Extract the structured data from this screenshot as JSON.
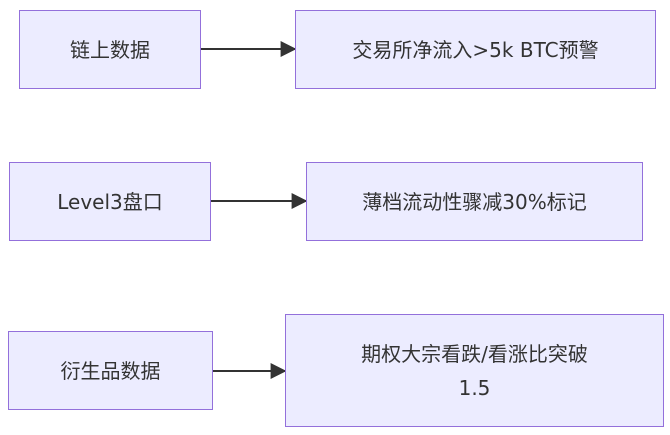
{
  "colors": {
    "node_fill": "#ececff",
    "node_border": "#9370db",
    "edge": "#333333",
    "text": "#333333"
  },
  "rows": [
    {
      "source": "链上数据",
      "target_lines": [
        "交易所净流入>5k BTC预警"
      ]
    },
    {
      "source": "Level3盘口",
      "target_lines": [
        "薄档流动性骤减30%标记"
      ]
    },
    {
      "source": "衍生品数据",
      "target_lines": [
        "期权大宗看跌/看涨比突破",
        "1.5"
      ]
    }
  ]
}
